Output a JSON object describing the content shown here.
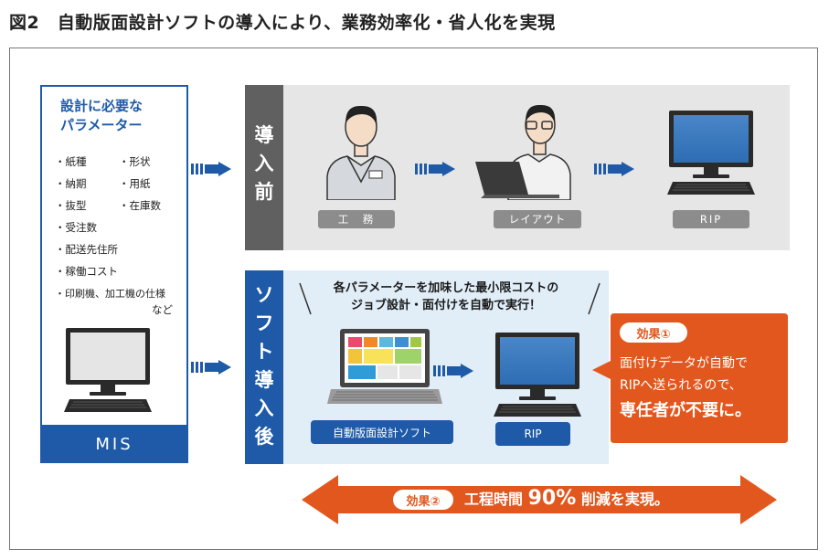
{
  "title": "図2　自動版面設計ソフトの導入により、業務効率化・省人化を実現",
  "colors": {
    "blue": "#1e5aa8",
    "gray": "#606060",
    "light_gray": "#e6e6e6",
    "light_blue": "#e1eef8",
    "orange": "#e2571d"
  },
  "mis": {
    "heading_line1": "設計に必要な",
    "heading_line2": "パラメーター",
    "params": [
      "・紙種",
      "・形状",
      "・納期",
      "・用紙",
      "・抜型",
      "・在庫数",
      "・受注数",
      "・配送先住所",
      "・稼働コスト",
      "・印刷機、加工機の仕様"
    ],
    "params_tail": "など",
    "footer": "MIS"
  },
  "before": {
    "label": [
      "導",
      "入",
      "前"
    ],
    "steps": [
      "工　務",
      "レイアウト",
      "RIP"
    ]
  },
  "after": {
    "label": [
      "ソ",
      "フ",
      "ト",
      "導",
      "入",
      "後"
    ],
    "banner_line1": "各パラメーターを加味した最小限コストの",
    "banner_line2": "ジョブ設計・面付けを自動で実行！",
    "software": "自動版面設計ソフト",
    "rip": "RIP"
  },
  "effect1": {
    "badge": "効果①",
    "line1": "面付けデータが自動で",
    "line2": "RIPへ送られるので、",
    "line3": "専任者が不要に。"
  },
  "effect2": {
    "badge": "効果②",
    "text_before": "工程時間",
    "number": "90%",
    "text_after": "削減を実現。"
  }
}
